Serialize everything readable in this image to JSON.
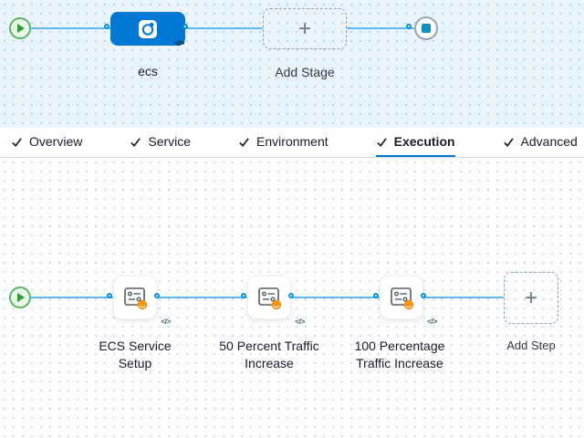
{
  "stage_graph": {
    "stage": {
      "label": "ecs"
    },
    "add_stage_label": "Add Stage"
  },
  "tabs": [
    {
      "label": "Overview"
    },
    {
      "label": "Service"
    },
    {
      "label": "Environment"
    },
    {
      "label": "Execution"
    },
    {
      "label": "Advanced"
    }
  ],
  "execution_graph": {
    "steps": [
      {
        "label": "ECS Service Setup"
      },
      {
        "label": "50 Percent Traffic Increase"
      },
      {
        "label": "100 Percentage Traffic Increase"
      }
    ],
    "add_step_label": "Add Step"
  },
  "badges": {
    "code": "</>"
  },
  "icons": {
    "plus": "+"
  },
  "colors": {
    "primary": "#0278d5",
    "connector": "#5cb8ef",
    "start_green": "#42ab45",
    "step_badge_orange": "#ff9100"
  }
}
